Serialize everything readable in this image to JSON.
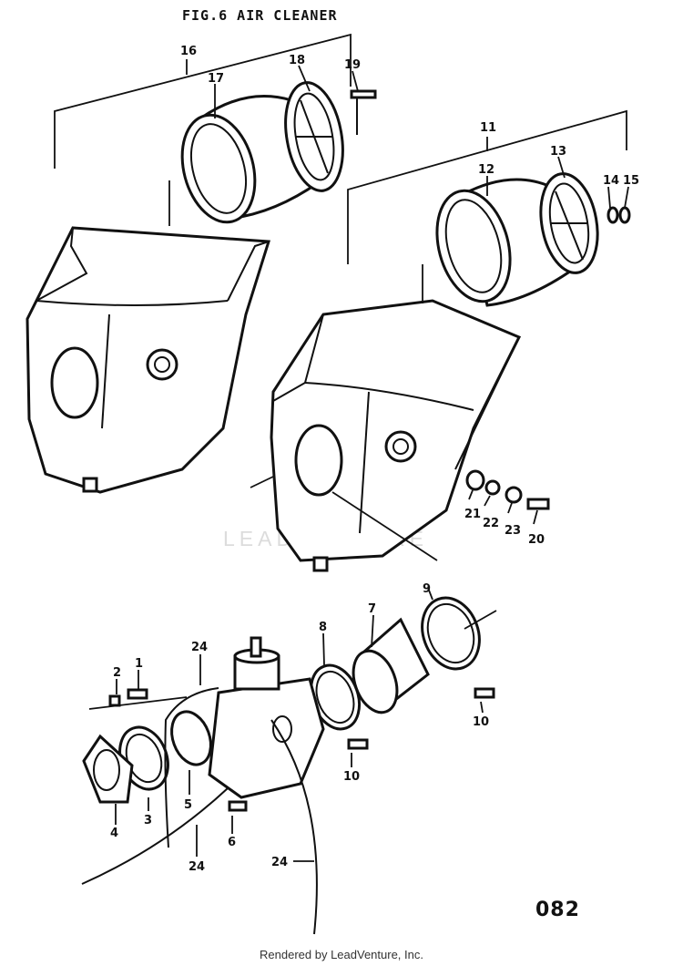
{
  "figure": {
    "title": "FIG.6  AIR CLEANER",
    "code": "082"
  },
  "watermark": "LEADVENTURE",
  "footer": "Rendered by LeadVenture, Inc.",
  "callouts": {
    "c1": "1",
    "c2": "2",
    "c3": "3",
    "c4": "4",
    "c5": "5",
    "c6": "6",
    "c7": "7",
    "c8": "8",
    "c9": "9",
    "c10a": "10",
    "c10b": "10",
    "c11": "11",
    "c12": "12",
    "c13": "13",
    "c14": "14",
    "c15": "15",
    "c16": "16",
    "c17": "17",
    "c18": "18",
    "c19": "19",
    "c20": "20",
    "c21": "21",
    "c22": "22",
    "c23": "23",
    "c24a": "24",
    "c24b": "24",
    "c24c": "24"
  }
}
